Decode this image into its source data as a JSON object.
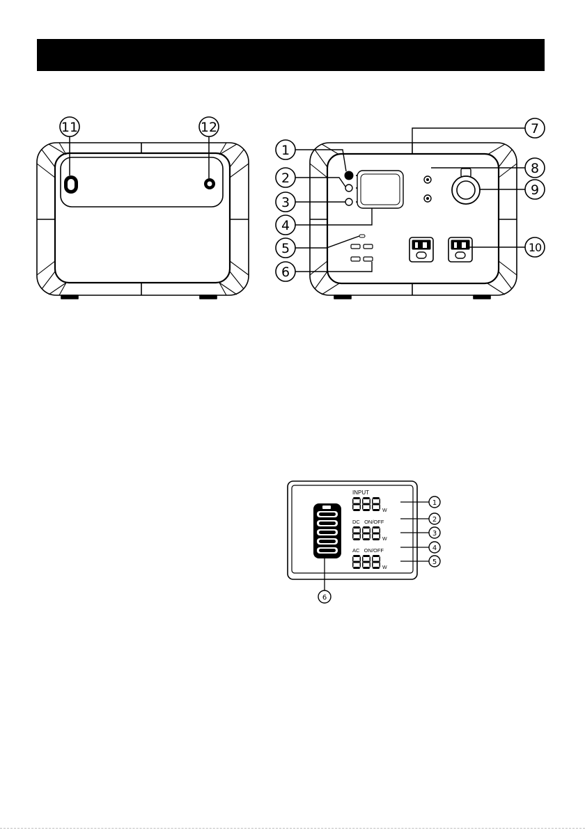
{
  "header": {
    "title": ""
  },
  "colors": {
    "ink": "#000000",
    "paper": "#ffffff",
    "housing": "#ffffff"
  },
  "back_view": {
    "callouts": [
      {
        "number": "11",
        "icon": "handle-slot-icon"
      },
      {
        "number": "12",
        "icon": "round-port-icon"
      }
    ]
  },
  "front_view": {
    "callouts": [
      {
        "number": "1",
        "icon": "power-button-icon"
      },
      {
        "number": "2",
        "icon": "round-button-icon"
      },
      {
        "number": "3",
        "icon": "round-button-icon"
      },
      {
        "number": "4",
        "icon": "lcd-screen-icon"
      },
      {
        "number": "5",
        "icon": "indicator-light-icon"
      },
      {
        "number": "6",
        "icon": "usb-port-icon"
      },
      {
        "number": "7",
        "icon": "top-edge-icon"
      },
      {
        "number": "8",
        "icon": "dc-port-icon"
      },
      {
        "number": "9",
        "icon": "car-socket-icon"
      },
      {
        "number": "10",
        "icon": "ac-outlet-icon"
      }
    ]
  },
  "lcd_panel": {
    "input_label": "INPUT",
    "dc_label": "DC   ON/OFF",
    "ac_label": "AC   ON/OFF",
    "digits": "888",
    "unit": "W",
    "callouts": [
      {
        "number": "1"
      },
      {
        "number": "2"
      },
      {
        "number": "3"
      },
      {
        "number": "4"
      },
      {
        "number": "5"
      },
      {
        "number": "6"
      }
    ]
  }
}
